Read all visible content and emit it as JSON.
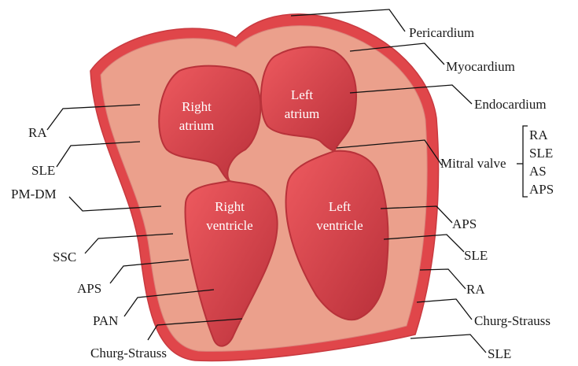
{
  "diagram": {
    "chambers": {
      "right_atrium": [
        "Right",
        "atrium"
      ],
      "left_atrium": [
        "Left",
        "atrium"
      ],
      "right_ventricle": [
        "Right",
        "ventricle"
      ],
      "left_ventricle": [
        "Left",
        "ventricle"
      ]
    },
    "right_labels": {
      "pericardium": "Pericardium",
      "myocardium": "Myocardium",
      "endocardium": "Endocardium",
      "mitral_valve": "Mitral valve",
      "mitral_valve_list": [
        "RA",
        "SLE",
        "AS",
        "APS"
      ],
      "lv_aps": "APS",
      "lv_sle": "SLE",
      "wall_ra": "RA",
      "wall_churg": "Churg-Strauss",
      "wall_sle": "SLE"
    },
    "left_labels": {
      "ra": "RA",
      "sle": "SLE",
      "pm_dm": "PM-DM",
      "ssc": "SSC",
      "aps": "APS",
      "pan": "PAN",
      "churg": "Churg-Strauss"
    },
    "colors": {
      "pericardium": "#e0464a",
      "myocardium": "#eba08c",
      "chamber": "#cf3c45",
      "chamber_edge": "#b8323a"
    }
  }
}
